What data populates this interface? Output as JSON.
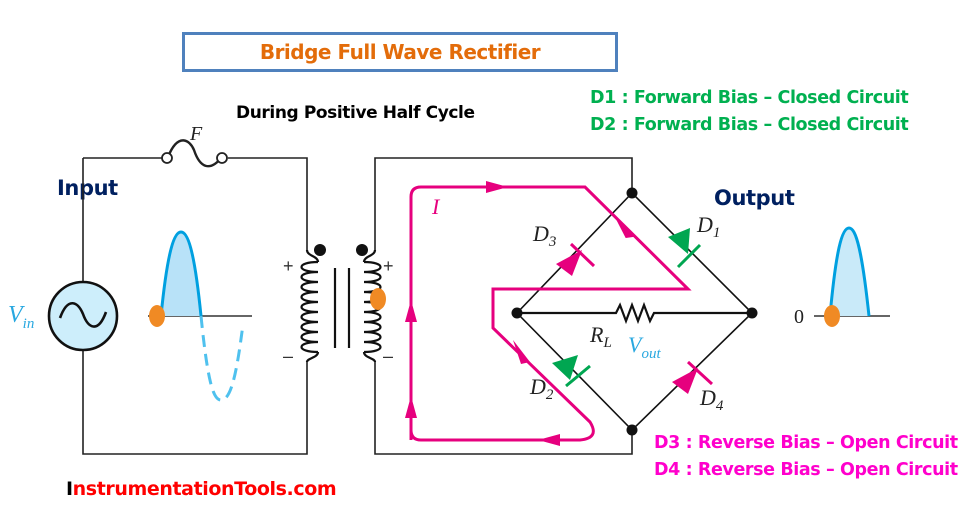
{
  "title": "Bridge Full Wave Rectifier",
  "subtitle": "During Positive Half Cycle",
  "diode_status": {
    "forward": [
      "D1 : Forward Bias – Closed Circuit",
      "D2 : Forward Bias – Closed Circuit"
    ],
    "reverse": [
      "D3 : Reverse  Bias – Open Circuit",
      "D4 : Reverse  Bias – Open Circuit"
    ]
  },
  "labels": {
    "input": "Input",
    "output": "Output",
    "fuse": "F",
    "current": "I",
    "vin_main": "V",
    "vin_sub": "in",
    "vout_main": "V",
    "vout_sub": "out",
    "rl_main": "R",
    "rl_sub": "L",
    "d1_main": "D",
    "d1_sub": "1",
    "d2_main": "D",
    "d2_sub": "2",
    "d3_main": "D",
    "d3_sub": "3",
    "d4_main": "D",
    "d4_sub": "4",
    "plus": "+",
    "minus": "–",
    "zero": "0"
  },
  "brand": {
    "first_letter": "I",
    "rest": "nstrumentationTools.com"
  },
  "colors": {
    "title": "#e36c0a",
    "title_border": "#4f81bd",
    "forward": "#00b050",
    "reverse": "#ff00cc",
    "current_path": "#e6007e",
    "wave": "#00a0e0",
    "wave_fill": "#b8e2f8",
    "marker": "#f08a24",
    "heading": "#002060",
    "brand": "#ff0000"
  }
}
